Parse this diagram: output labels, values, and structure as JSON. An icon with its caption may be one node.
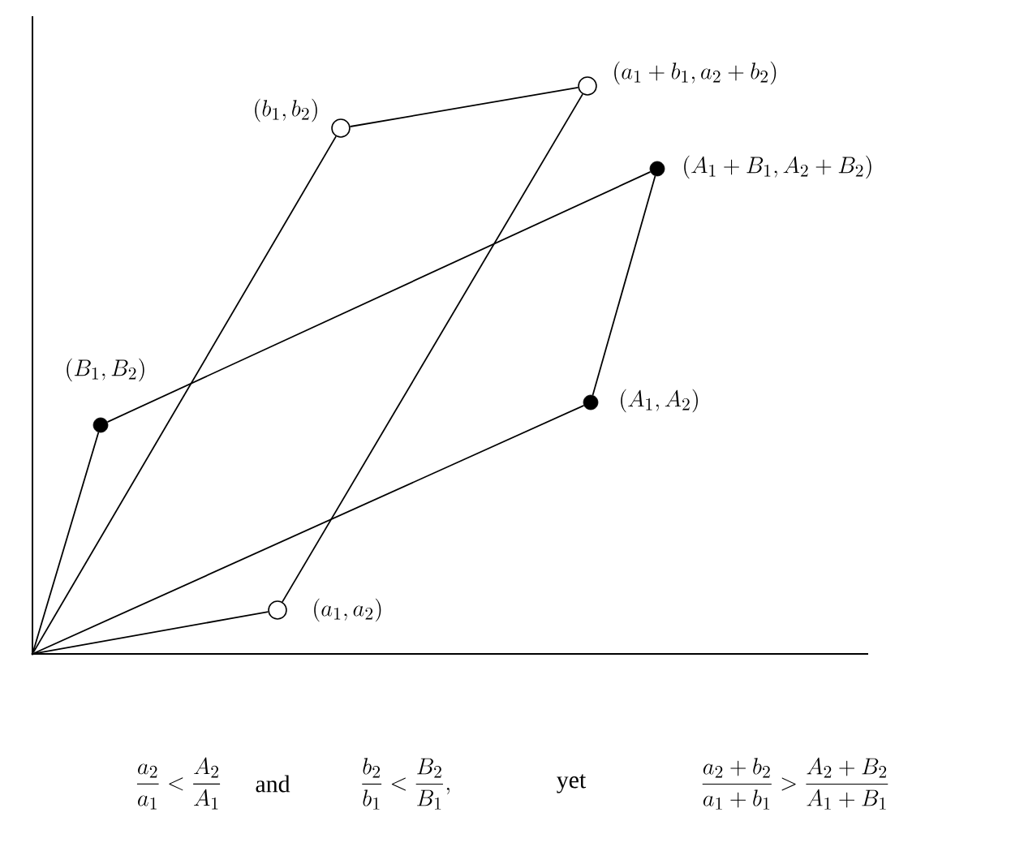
{
  "diagram": {
    "nodes": [
      {
        "text": [],
        "shape": "point"
      },
      {
        "text": [],
        "shape": "circle",
        "beside": [
          "(a_1, a_2)"
        ]
      },
      {
        "text": [],
        "shape": "circle",
        "beside": [
          "(b_1, b_2)"
        ]
      },
      {
        "text": [],
        "shape": "circle",
        "beside": [
          "(a_1 + b_1, a_2 + b_2)"
        ]
      },
      {
        "text": [],
        "shape": "dot",
        "beside": [
          "(A_1 + B_1, A_2 + B_2)"
        ]
      },
      {
        "text": [],
        "shape": "dot",
        "beside": [
          "(B_1, B_2)"
        ]
      },
      {
        "text": [],
        "shape": "dot",
        "beside": [
          "(A_1, A_2)"
        ]
      }
    ],
    "edges": [
      {
        "from": 0,
        "to": 1,
        "arrow": "none"
      },
      {
        "from": 0,
        "to": 2,
        "arrow": "none"
      },
      {
        "from": 0,
        "to": 5,
        "arrow": "none"
      },
      {
        "from": 0,
        "to": 6,
        "arrow": "none"
      },
      {
        "from": 1,
        "to": 3,
        "arrow": "none"
      },
      {
        "from": 2,
        "to": 3,
        "arrow": "none"
      },
      {
        "from": 5,
        "to": 4,
        "arrow": "none"
      },
      {
        "from": 6,
        "to": 4,
        "arrow": "none"
      }
    ],
    "labels": [
      "\\frac{a_2}{a_1} < \\frac{A_2}{A_1}",
      "and",
      "\\frac{b_2}{b_1} < \\frac{B_2}{B_1},",
      "yet",
      "\\frac{a_2 + b_2}{a_1 + b_1} > \\frac{A_2 + B_2}{A_1 + B_1}"
    ]
  }
}
